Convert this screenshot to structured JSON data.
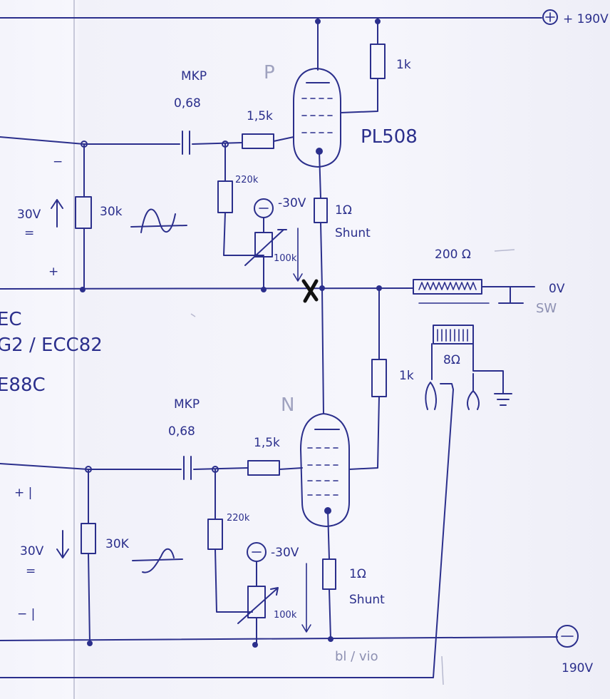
{
  "supplies": {
    "top": "+ 190V",
    "bottom": "190V"
  },
  "ground": {
    "label": "0V",
    "switch": "SW"
  },
  "tube_top": {
    "name": "PL508",
    "marker": "P"
  },
  "tube_bottom": {
    "marker": "N"
  },
  "upper_stage": {
    "cap_type": "MKP",
    "cap_value": "0,68",
    "grid_stopper": "1,5k",
    "grid_leak": "220k",
    "bias_supply": "-30V",
    "bias_pot": "100k",
    "shunt_value": "1Ω",
    "shunt_label": "Shunt",
    "screen_resistor": "1k",
    "input_voltage": "30V",
    "input_resistor": "30k",
    "input_minus": "−",
    "input_plus": "+"
  },
  "lower_stage": {
    "cap_type": "MKP",
    "cap_value": "0,68",
    "grid_stopper": "1,5k",
    "grid_leak": "220k",
    "bias_supply": "-30V",
    "bias_pot": "100k",
    "shunt_value": "1Ω",
    "shunt_label": "Shunt",
    "screen_resistor": "1k",
    "input_voltage": "30V",
    "input_resistor": "30K",
    "input_plus": "+ |",
    "input_minus": "− |"
  },
  "load": {
    "resistor": "200 Ω",
    "speaker": "8Ω"
  },
  "driver_note": {
    "line1": "EC",
    "line2": "G2 / ECC82",
    "line3": "E88C"
  },
  "wire_note": "bl / vio",
  "equals_sign": "="
}
